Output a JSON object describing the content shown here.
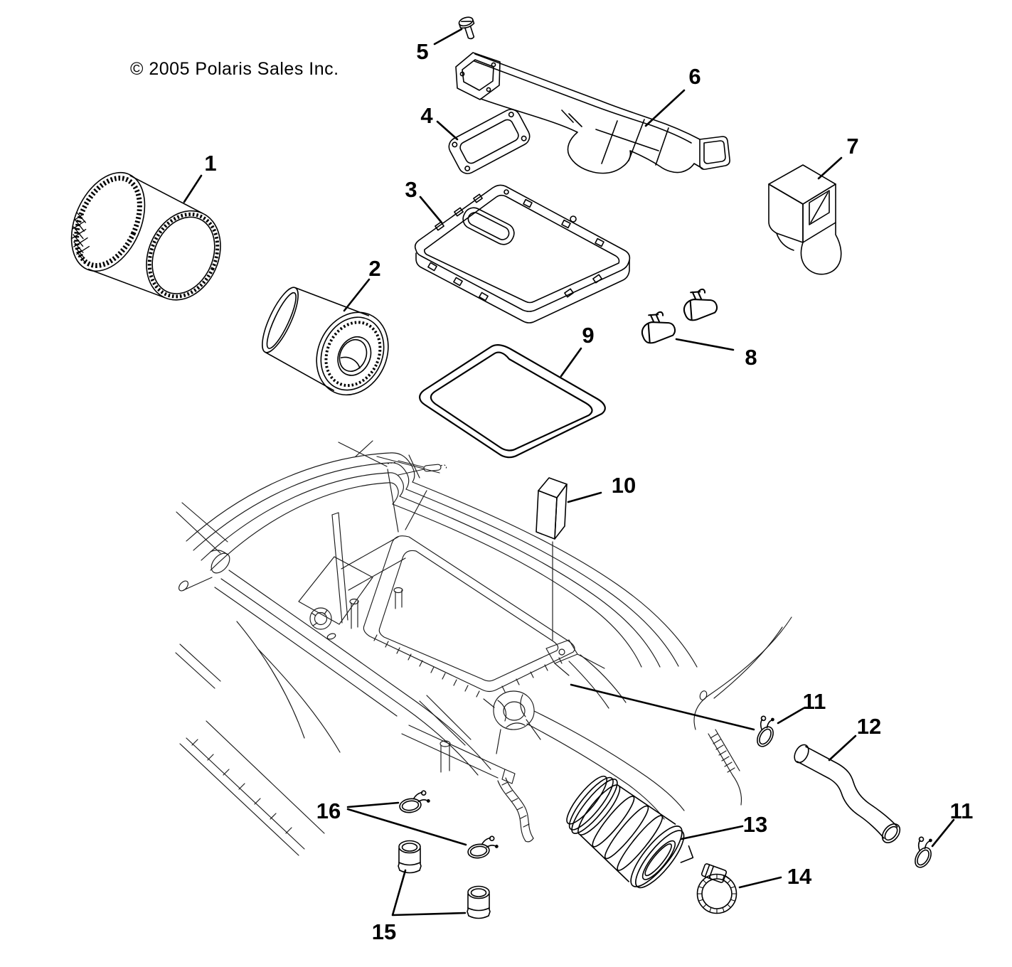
{
  "copyright": "© 2005 Polaris Sales Inc.",
  "figure": {
    "background_color": "#ffffff",
    "ink_color": "#000000",
    "type": "exploded-parts-diagram"
  },
  "callouts": {
    "c1": {
      "label": "1"
    },
    "c2": {
      "label": "2"
    },
    "c3": {
      "label": "3"
    },
    "c4": {
      "label": "4"
    },
    "c5": {
      "label": "5"
    },
    "c6": {
      "label": "6"
    },
    "c7": {
      "label": "7"
    },
    "c8": {
      "label": "8"
    },
    "c9": {
      "label": "9"
    },
    "c10": {
      "label": "10"
    },
    "c11a": {
      "label": "11"
    },
    "c11b": {
      "label": "11"
    },
    "c12": {
      "label": "12"
    },
    "c13": {
      "label": "13"
    },
    "c14": {
      "label": "14"
    },
    "c15": {
      "label": "15"
    },
    "c16": {
      "label": "16"
    }
  }
}
